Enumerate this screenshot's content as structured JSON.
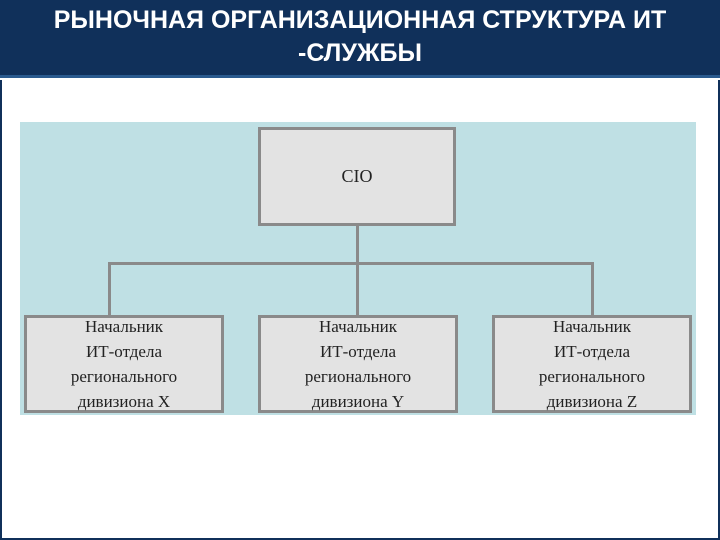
{
  "slide": {
    "title": "РЫНОЧНАЯ ОРГАНИЗАЦИОННАЯ СТРУКТУРА ИТ\n-СЛУЖБЫ"
  },
  "org_chart": {
    "root": {
      "label": "CIO"
    },
    "children": [
      {
        "label": "Начальник\nИТ-отдела\nрегионального\nдивизиона X"
      },
      {
        "label": "Начальник\nИТ-отдела\nрегионального\nдивизиона Y"
      },
      {
        "label": "Начальник\nИТ-отдела\nрегионального\nдивизиона Z"
      }
    ]
  },
  "colors": {
    "title_bar": "#10305a",
    "diagram_background": "#bfe0e4",
    "box_fill": "#e3e3e3",
    "box_border": "#8a8a8a"
  }
}
